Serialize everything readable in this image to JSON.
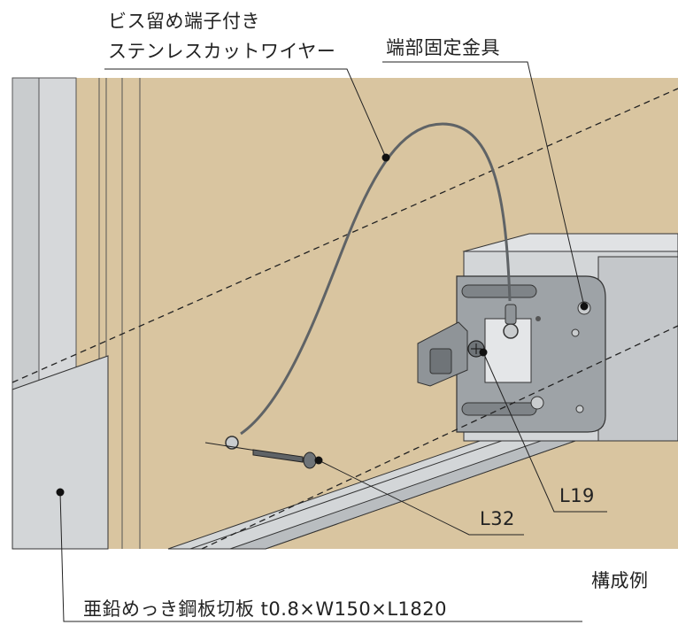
{
  "labels": {
    "wire_line1": "ビス留め端子付き",
    "wire_line2": "ステンレスカットワイヤー",
    "end_bracket": "端部固定金具",
    "l19": "L19",
    "l32": "L32",
    "example": "構成例",
    "plate": "亜鉛めっき鋼板切板 t0.8×W150×L1820"
  },
  "colors": {
    "wall": "#d9c5a0",
    "wall_stripe": "#cbb88f",
    "steel_light": "#d3d6d8",
    "steel_mid": "#b9bdc0",
    "steel_dark": "#8f9498",
    "line": "#222222"
  }
}
